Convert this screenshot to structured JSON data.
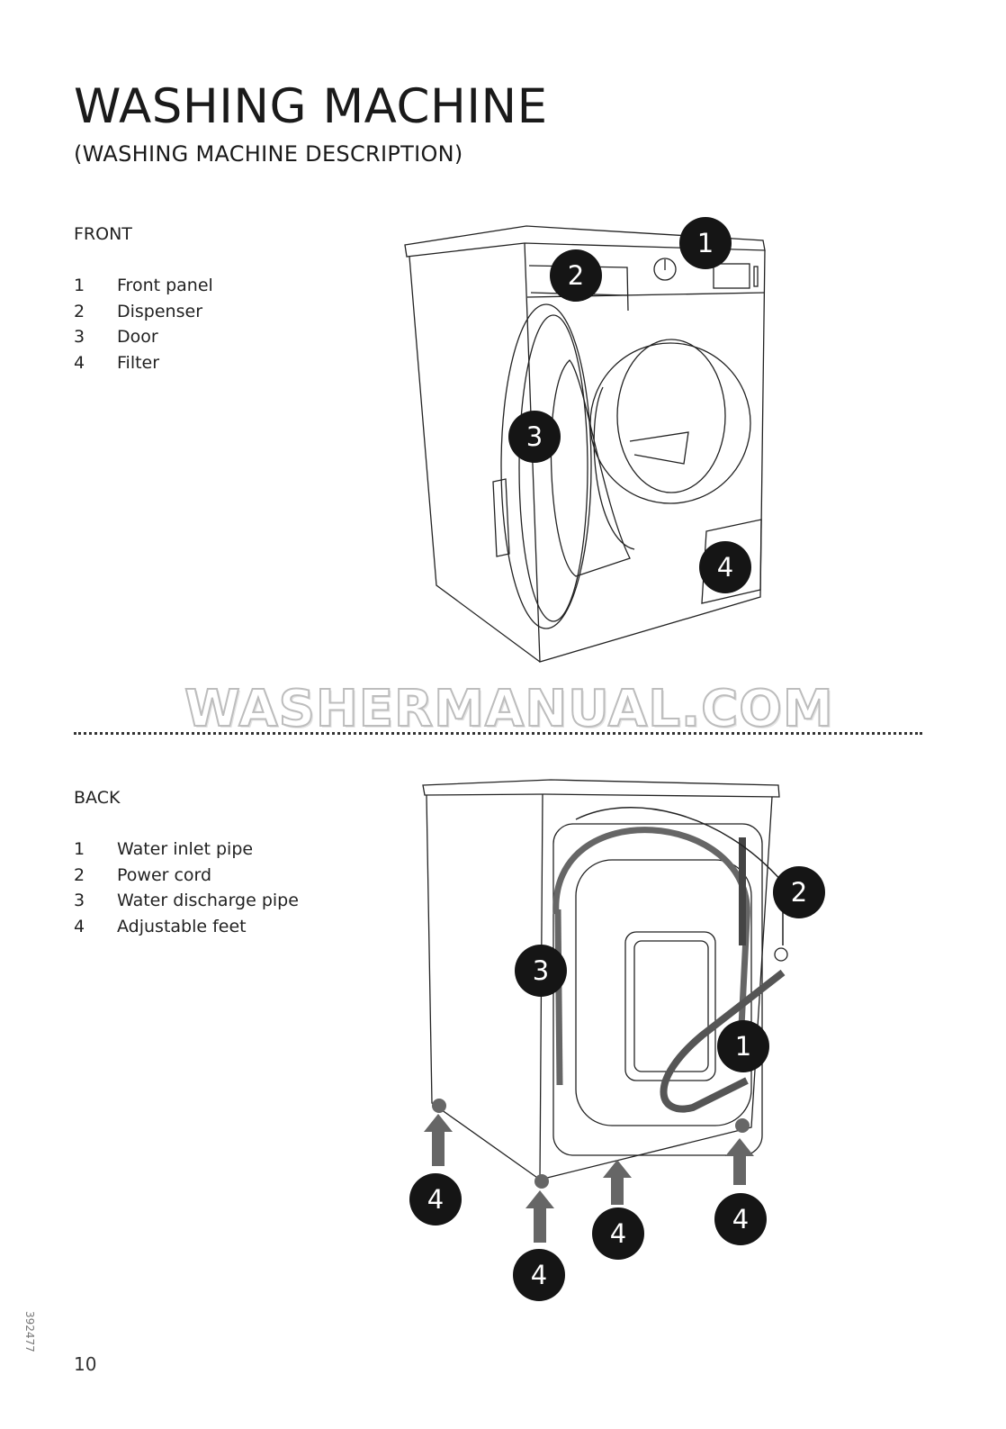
{
  "title": "WASHING MACHINE",
  "subtitle": "(WASHING MACHINE DESCRIPTION)",
  "front": {
    "heading": "FRONT",
    "items": [
      {
        "n": "1",
        "label": "Front panel"
      },
      {
        "n": "2",
        "label": "Dispenser"
      },
      {
        "n": "3",
        "label": "Door"
      },
      {
        "n": "4",
        "label": "Filter"
      }
    ]
  },
  "back": {
    "heading": "BACK",
    "items": [
      {
        "n": "1",
        "label": "Water inlet pipe"
      },
      {
        "n": "2",
        "label": "Power cord"
      },
      {
        "n": "3",
        "label": "Water discharge pipe"
      },
      {
        "n": "4",
        "label": "Adjustable feet"
      }
    ]
  },
  "front_callouts": [
    "1",
    "2",
    "3",
    "4"
  ],
  "back_callouts": [
    "2",
    "3",
    "1",
    "4",
    "4",
    "4",
    "4"
  ],
  "watermark": "WASHERMANUAL.COM",
  "doc_id": "392477",
  "page_number": "10"
}
